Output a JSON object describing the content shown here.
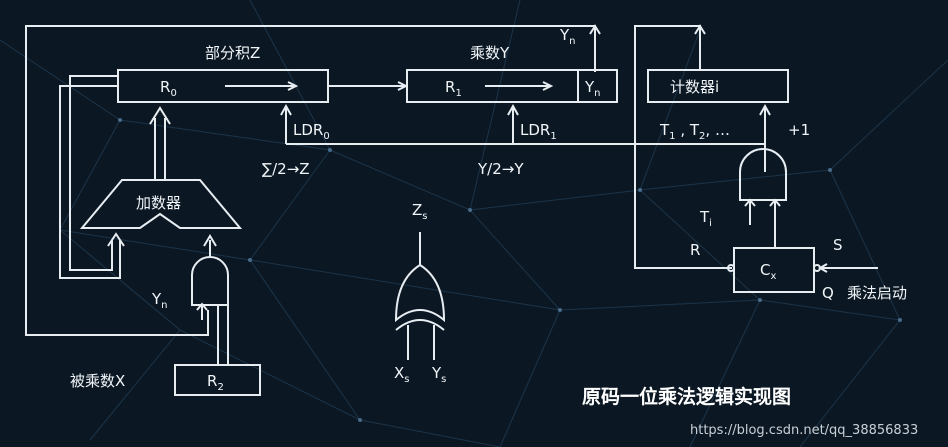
{
  "registers": {
    "r0": {
      "label": "R",
      "sub": "0",
      "caption": "部分积Z"
    },
    "r1": {
      "label": "R",
      "sub": "1",
      "caption": "乘数Y",
      "yn": "Y",
      "yn_sub": "n"
    },
    "r2": {
      "label": "R",
      "sub": "2",
      "caption": "被乘数X"
    },
    "counter": {
      "label": "计数器i"
    }
  },
  "adder": {
    "label": "加数器"
  },
  "signals": {
    "yn_top": {
      "text": "Y",
      "sub": "n"
    },
    "yn_gate": {
      "text": "Y",
      "sub": "n"
    },
    "ldr0": {
      "text": "LDR",
      "sub": "0"
    },
    "ldr1": {
      "text": "LDR",
      "sub": "1"
    },
    "shift_z": "∑/2→Z",
    "shift_y": "Y/2→Y",
    "timing": {
      "t1": "T",
      "t1_sub": "1",
      "sep1": " , ",
      "t2": "T",
      "t2_sub": "2",
      "rest": ", …"
    },
    "plus_one": "+1",
    "ti": {
      "text": "T",
      "sub": "i"
    },
    "r_pin": "R",
    "s_pin": "S",
    "q_pin": "Q",
    "start": "乘法启动",
    "cx": {
      "text": "C",
      "sub": "x"
    },
    "zs": {
      "text": "Z",
      "sub": "s"
    },
    "xs": {
      "text": "X",
      "sub": "s"
    },
    "ys": {
      "text": "Y",
      "sub": "s"
    }
  },
  "caption": "原码一位乘法逻辑实现图",
  "watermark": "https://blog.csdn.net/qq_38856833"
}
